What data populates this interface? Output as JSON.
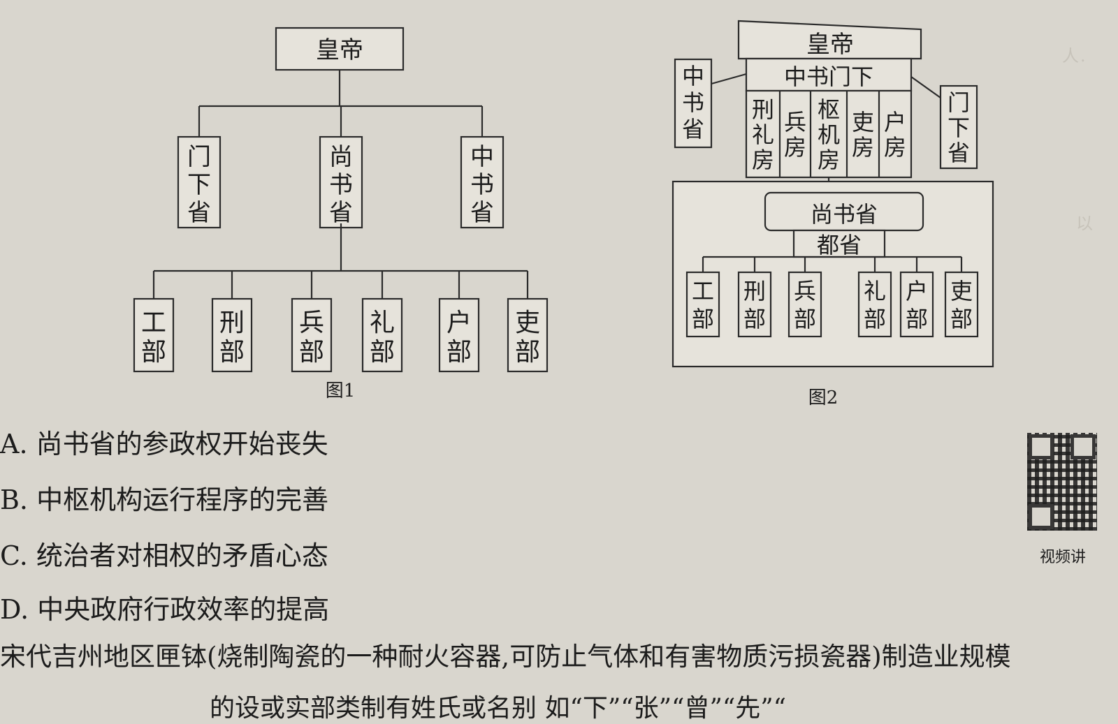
{
  "figure1": {
    "caption": "图1",
    "emperor": "皇帝",
    "provinces": [
      "门下省",
      "尚书省",
      "中书省"
    ],
    "ministries": [
      "工部",
      "刑部",
      "兵部",
      "礼部",
      "户部",
      "吏部"
    ]
  },
  "figure2": {
    "caption": "图2",
    "emperor": "皇帝",
    "left_office": "中书省",
    "right_office": "门下省",
    "central_office": "中书门下",
    "rooms": [
      "刑礼房",
      "兵房",
      "枢机房",
      "吏房",
      "户房"
    ],
    "shangshu_upper": "尚书省",
    "shangshu_lower": "都省",
    "ministries": [
      "工部",
      "刑部",
      "兵部",
      "礼部",
      "户部",
      "吏部"
    ]
  },
  "options": [
    "A. 尚书省的参政权开始丧失",
    "B. 中枢机构运行程序的完善",
    "C. 统治者对相权的矛盾心态",
    "D. 中央政府行政效率的提高"
  ],
  "next_question": "宋代吉州地区匣钵(烧制陶瓷的一种耐火容器,可防止气体和有害物质污损瓷器)制造业规模",
  "cut_text": "的设或实部类制有姓氏或名别 如“下”“张”“曾”“先”“",
  "qr_label": "视频讲"
}
